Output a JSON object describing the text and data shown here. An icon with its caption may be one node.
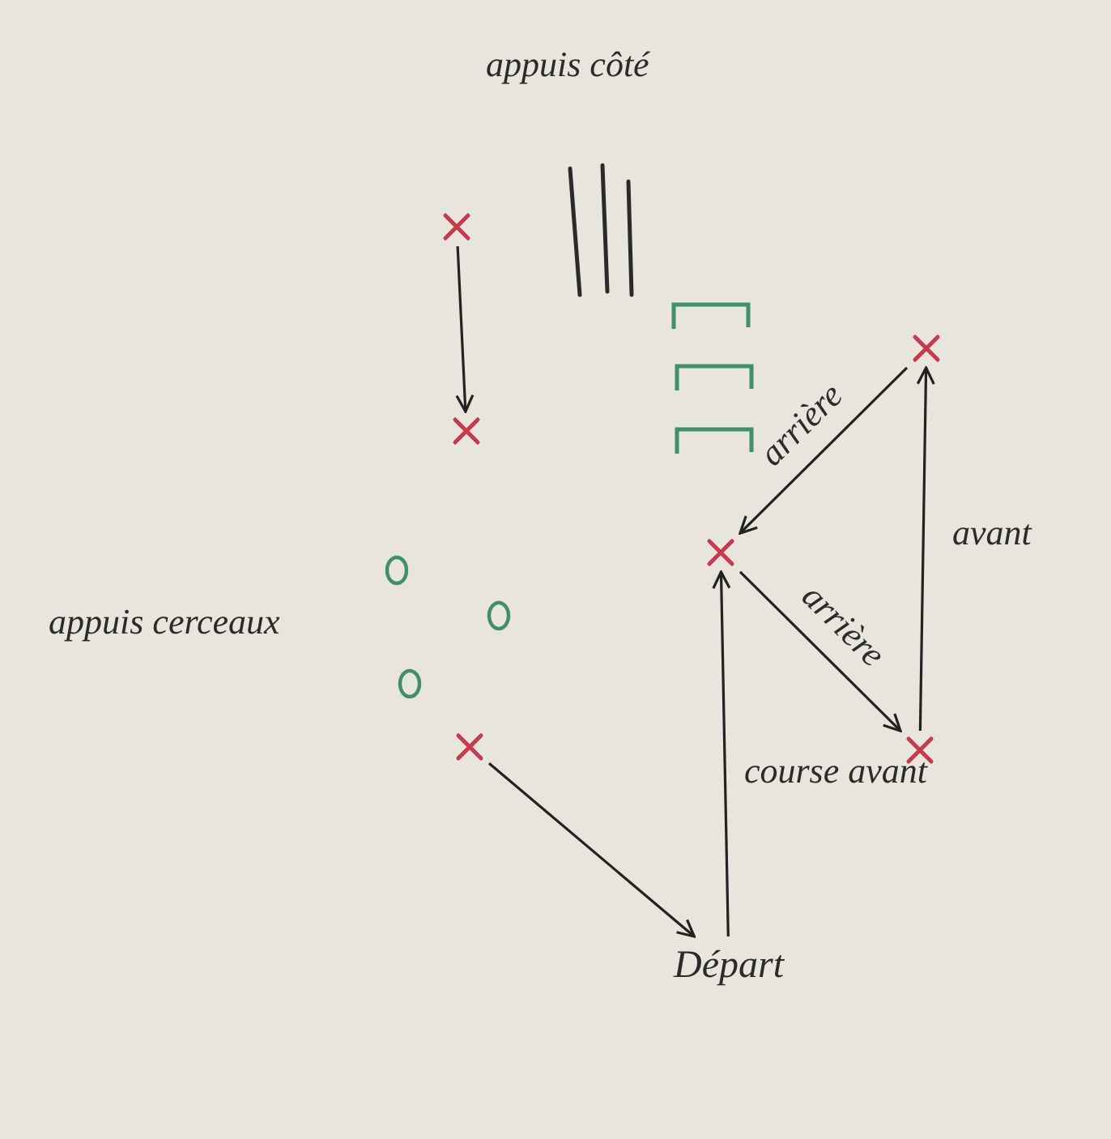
{
  "diagram": {
    "nodes": [
      {
        "text": [],
        "shape": "cross"
      },
      {
        "text": [],
        "shape": "cross"
      },
      {
        "text": [],
        "shape": "cross"
      },
      {
        "text": [],
        "shape": "cross"
      },
      {
        "text": [],
        "shape": "cross"
      },
      {
        "text": [],
        "shape": "cross"
      },
      {
        "text": [
          "Départ"
        ]
      }
    ],
    "edges": [
      {
        "from": 0,
        "to": 2,
        "arrow": "to"
      },
      {
        "from": 1,
        "to": 3,
        "arrow": "to",
        "label": "arrière"
      },
      {
        "from": 3,
        "to": 5,
        "arrow": "to",
        "label": "arrière"
      },
      {
        "from": 5,
        "to": 1,
        "arrow": "to",
        "label": "avant"
      },
      {
        "from": 4,
        "to": 6,
        "arrow": "to"
      },
      {
        "from": 6,
        "to": 3,
        "arrow": "to",
        "label": "course avant"
      }
    ],
    "labels": [
      "appuis côté",
      "appuis cerceaux"
    ]
  }
}
